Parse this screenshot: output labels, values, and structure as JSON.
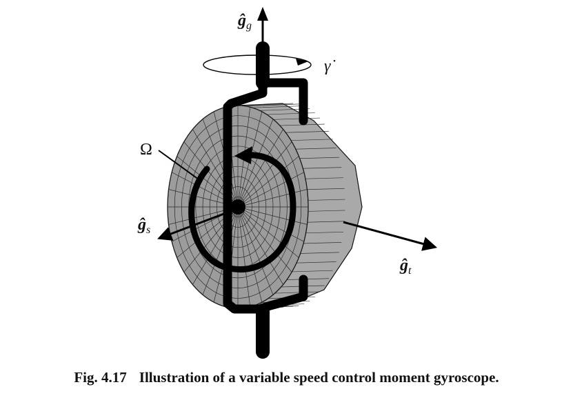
{
  "labels": {
    "gimbal_axis": {
      "vec": "ĝ",
      "sub": "g"
    },
    "gimbal_rate": "γ̇",
    "wheel_speed": "Ω",
    "spin_axis": {
      "vec": "ĝ",
      "sub": "s"
    },
    "transverse_axis": {
      "vec": "ĝ",
      "sub": "t"
    }
  },
  "caption": {
    "number": "Fig. 4.17",
    "text": "Illustration of a variable speed control moment gyroscope."
  }
}
